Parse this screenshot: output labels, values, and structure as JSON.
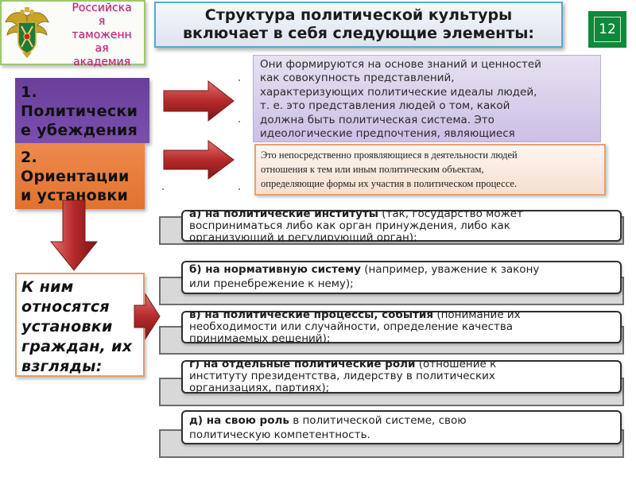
{
  "logo": {
    "academy_lines": [
      "Российска",
      "я",
      "таможенн",
      "ая",
      "академия"
    ]
  },
  "header": {
    "title_line1": "Структура политической культуры",
    "title_line2": "включает в себя следующие элементы:"
  },
  "page_number": "12",
  "items": {
    "item1": {
      "lines": [
        "1.",
        "Политически",
        "е убеждения"
      ]
    },
    "item2": {
      "lines": [
        "2.",
        "Ориентации",
        "и установки"
      ]
    },
    "item3": {
      "lines": [
        "К ним",
        "относятся",
        "установки",
        "граждан, их",
        "взгляды:"
      ]
    }
  },
  "definitions": {
    "def1_lines": [
      "Они формируются на основе знаний и ценностей",
      "как совокупность представлений,",
      "характеризующих политические идеалы людей,",
      "т. е. это представления людей о том, какой",
      "должна быть политическая система. Это",
      "идеологические предпочтения, являющиеся"
    ],
    "def2_lines": [
      "Это непосредственно проявляющиеся в деятельности людей",
      "отношения к тем или иным политическим объектам,",
      "определяющие формы их участия в политическом процессе."
    ]
  },
  "rows": [
    {
      "bold": "а) на политические институты",
      "rest_line1": " (так, государство может",
      "line2": "восприниматься либо как орган принуждения, либо как",
      "line3": "организующий и регулирующий орган);"
    },
    {
      "bold": "б) на нормативную систему",
      "rest_line1": " (например, уважение к закону",
      "line2": "или пренебрежение к нему);",
      "line3": ""
    },
    {
      "bold": "в) на политические процессы, события",
      "rest_line1": " (понимание их",
      "line2": "необходимости или случайности, определение качества",
      "line3": "принимаемых решений);"
    },
    {
      "bold": "г) на отдельные политические роли",
      "rest_line1": " (отношение к",
      "line2": "институту президентства, лидерству в политических",
      "line3": "организациях, партиях);"
    },
    {
      "bold": "д) на свою роль",
      "rest_line1": " в политической системе, свою",
      "line2": "политическую компетентность.",
      "line3": ""
    }
  ],
  "colors": {
    "academy_text": "#c21a7e",
    "header_border": "#56a9d6",
    "page_num_bg": "#0d8a3a",
    "item1_bg": "#6a3f9a",
    "item2_bg": "#e0722f",
    "arrow_red": "#b52a2a",
    "def1_bg": "#d9cfeb",
    "def2_border": "#e8a070"
  },
  "icons": {
    "emblem": "customs-emblem-eagle-icon",
    "arrows": "right-arrow-icon / down-arrow-icon"
  }
}
